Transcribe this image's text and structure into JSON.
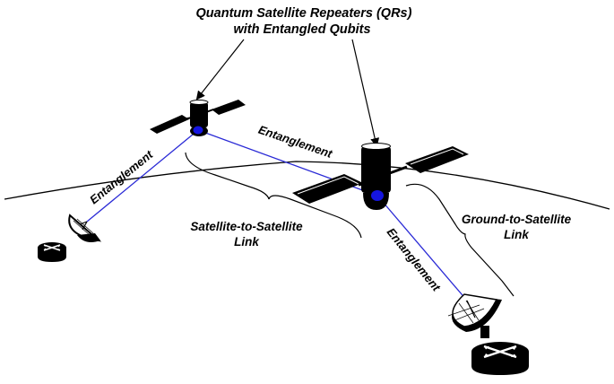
{
  "title": {
    "line1": "Quantum Satellite Repeaters (QRs)",
    "line2": "with Entangled Qubits"
  },
  "labels": {
    "entanglement_left": "Entanglement",
    "entanglement_top": "Entanglement",
    "entanglement_right": "Entanglement",
    "sat_to_sat_line1": "Satellite-to-Satellite",
    "sat_to_sat_line2": "Link",
    "ground_to_sat_line1": "Ground-to-Satellite",
    "ground_to_sat_line2": "Link"
  },
  "colors": {
    "entanglement_link": "#2a2ad6",
    "qubit": "#1515e0",
    "ink": "#000000"
  }
}
